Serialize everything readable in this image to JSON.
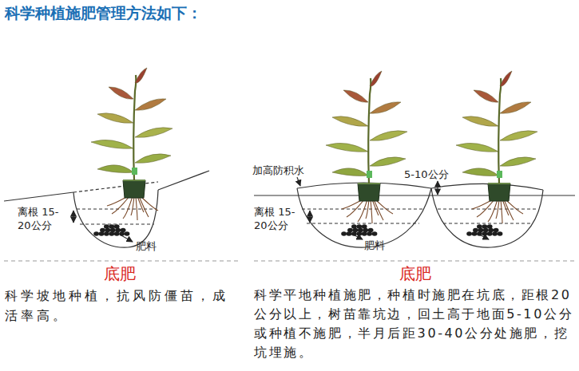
{
  "diagram": {
    "title": "科学种植施肥管理方法如下：",
    "labels": [
      "离根 15-20公分",
      "肥料",
      "底肥",
      "科学坡地种植，抗风防僵苗，成活率高。",
      "加高防积水",
      "5-10公分",
      "离根 15-20公分",
      "肥料",
      "底肥",
      "科学平地种植施肥，种植时施肥在坑底，距根20公分以上，树苗靠坑边，回土高于地面5-10公分或种植不施肥，半月后距30-40公分处施肥，挖坑埋施。"
    ]
  }
}
